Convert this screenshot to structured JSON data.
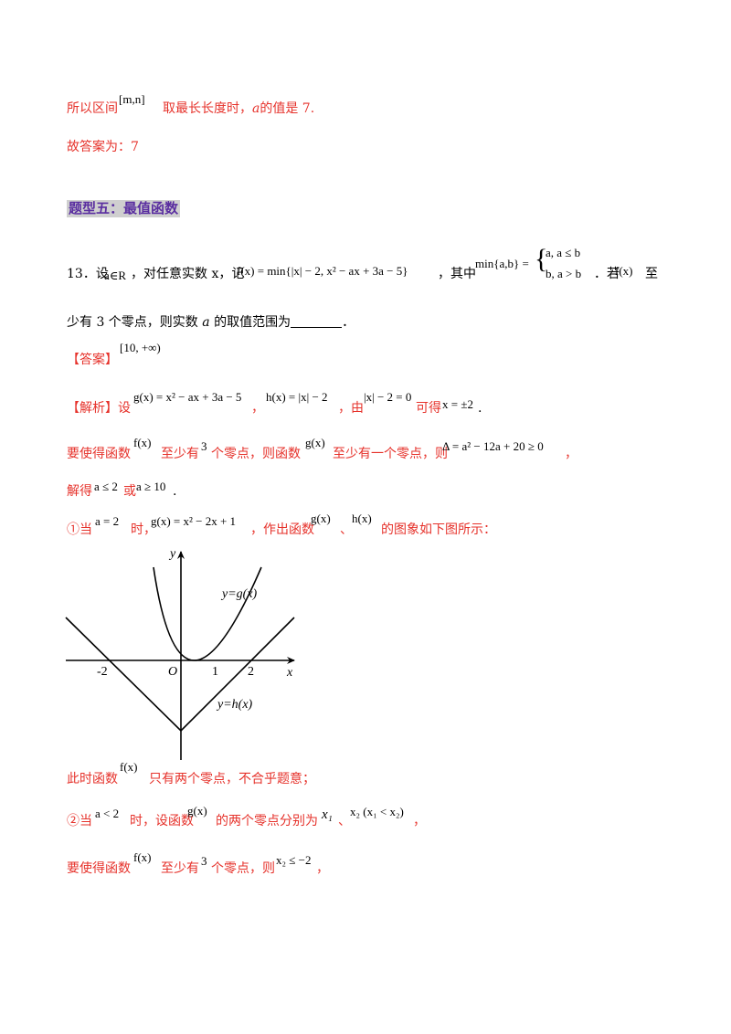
{
  "line1": {
    "pre": "所以区间",
    "interval": "[m,n]",
    "mid": "取最长长度时，",
    "var": "a",
    "post": "的值是 7."
  },
  "line2": {
    "text": "故答案为：7"
  },
  "section": {
    "title": "题型五：最值函数"
  },
  "q13": {
    "num": "13．设",
    "cond": "a∈R",
    "t1": "，对任意实数 x，记",
    "fdef": "f(x) = min{|x| − 2, x² − ax + 3a − 5}",
    "t2": "，其中",
    "mindef": "min{a,b} =",
    "case1": "a, a ≤ b",
    "case2": "b, a > b",
    "t3": "．若",
    "fx": "f(x)",
    "t4": "至",
    "line2a": "少有 3 个零点，则实数",
    "line2var": "a",
    "line2b": "的取值范围为",
    "line2end": "．"
  },
  "answer": {
    "label": "【答案】",
    "value": "[10, +∞)"
  },
  "analysis": {
    "label": "【解析】设",
    "gdef": "g(x) = x² − ax + 3a − 5",
    "comma1": "，",
    "hdef": "h(x) = |x| − 2",
    "t1": "，由",
    "eq": "|x| − 2 = 0",
    "t2": "可得",
    "sol": "x = ±2",
    "end": "."
  },
  "para2": {
    "t1": "要使得函数",
    "fx": "f(x)",
    "t2": "至少有",
    "n": "3",
    "t3": "个零点，则函数",
    "gx": "g(x)",
    "t4": "至少有一个零点，则",
    "disc": "Δ = a² − 12a + 20 ≥ 0",
    "end": "，"
  },
  "para3": {
    "t1": "解得",
    "s1": "a ≤ 2",
    "t2": "或",
    "s2": "a ≥ 10",
    "end": "."
  },
  "para4": {
    "t1": "①当",
    "c": "a = 2",
    "t2": "时，",
    "g": "g(x) = x² − 2x + 1",
    "t3": "，作出函数",
    "gx": "g(x)",
    "t4": "、",
    "hx": "h(x)",
    "t5": "的图象如下图所示："
  },
  "figure": {
    "y_axis": "y",
    "x_axis": "x",
    "origin": "O",
    "ticks": [
      "-2",
      "1",
      "2"
    ],
    "g_label": "y=g(x)",
    "h_label": "y=h(x)"
  },
  "para5": {
    "t1": "此时函数",
    "fx": "f(x)",
    "t2": "只有两个零点，不合乎题意；"
  },
  "para6": {
    "t1": "②当",
    "c": "a < 2",
    "t2": "时，设函数",
    "gx": "g(x)",
    "t3": "的两个零点分别为",
    "x1": "x₁",
    "t4": "、",
    "x2": "x₂ (x₁ < x₂)",
    "end": "，"
  },
  "para7": {
    "t1": "要使得函数",
    "fx": "f(x)",
    "t2": "至少有",
    "n": "3",
    "t3": "个零点，则",
    "c": "x₂ ≤ −2",
    "end": "，"
  }
}
